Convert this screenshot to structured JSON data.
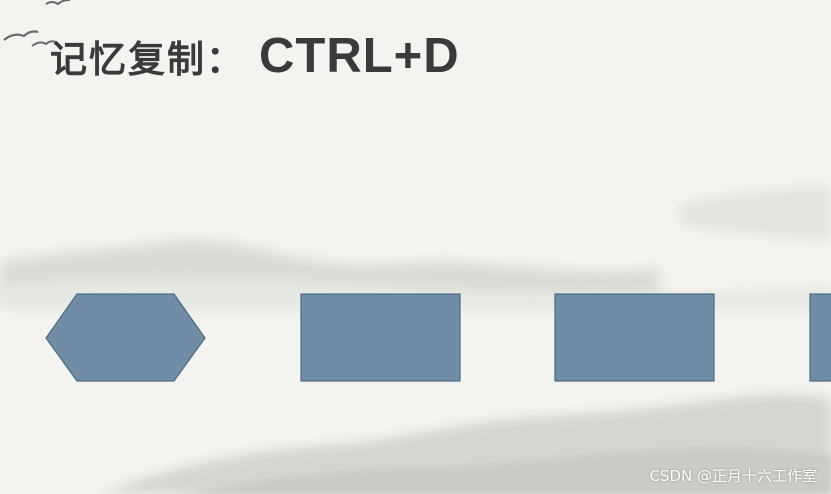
{
  "slide": {
    "title_cn": "记忆复制：",
    "title_shortcut": "CTRL+D"
  },
  "shapes": {
    "fill_color": "#718da5",
    "stroke_color": "#4f6a84",
    "items": [
      {
        "kind": "hexagon"
      },
      {
        "kind": "rectangle"
      },
      {
        "kind": "rectangle"
      },
      {
        "kind": "rectangle"
      }
    ]
  },
  "watermark": {
    "text": "CSDN @正月十六工作室"
  }
}
